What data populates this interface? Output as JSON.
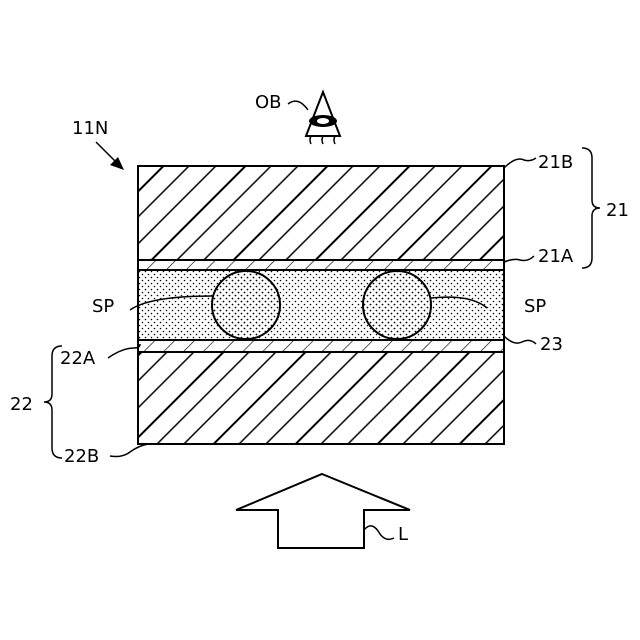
{
  "labels": {
    "device": "11N",
    "observer": "OB",
    "upper_substrate_group": "21",
    "upper_substrate_outer": "21B",
    "upper_substrate_inner": "21A",
    "spacer_left": "SP",
    "spacer_right": "SP",
    "middle_layer": "23",
    "lower_substrate_inner": "22A",
    "lower_substrate_group": "22",
    "lower_substrate_outer": "22B",
    "light": "L"
  },
  "icons": {
    "observer": "eye-icon",
    "light": "arrow-up-icon"
  }
}
